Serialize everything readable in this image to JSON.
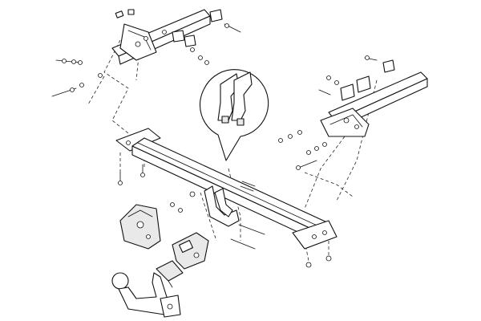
{
  "diagram": {
    "kind": "exploded-assembly",
    "components": [
      {
        "id": "main-crossbar",
        "icon": "tow-bar-crossmember"
      },
      {
        "id": "left-chassis-bracket",
        "icon": "chassis-bracket"
      },
      {
        "id": "right-chassis-bracket",
        "icon": "chassis-bracket"
      },
      {
        "id": "ball-hitch",
        "icon": "detachable-towball"
      },
      {
        "id": "detail-callout",
        "icon": "magnifier-detail"
      },
      {
        "id": "socket-plate",
        "icon": "electric-socket-plate"
      },
      {
        "id": "hitch-receiver",
        "icon": "receiver-block"
      }
    ],
    "colors": {
      "line": "#111111",
      "background": "#ffffff",
      "shade": "#e9e9e9"
    }
  }
}
